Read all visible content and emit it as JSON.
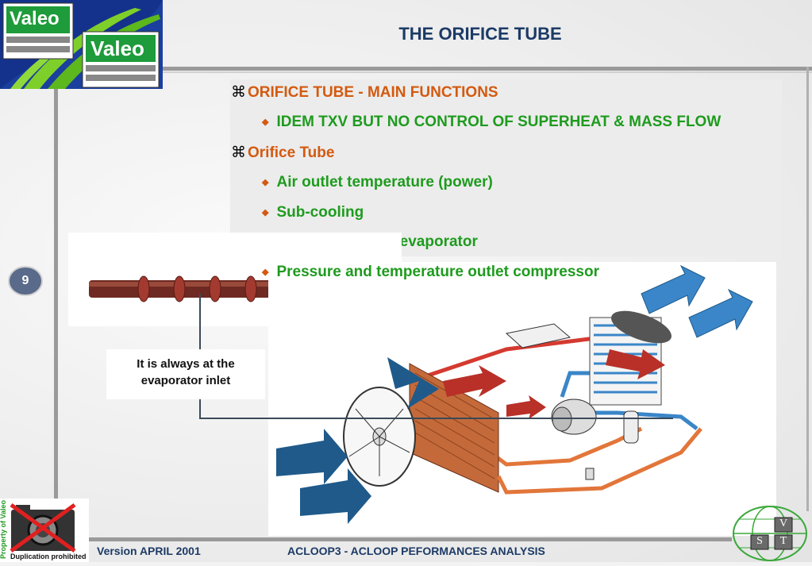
{
  "slide": {
    "title": "THE ORIFICE TUBE",
    "page_number": "9"
  },
  "brand": {
    "logo_text": "Valeo",
    "logo_secondary_text": "Valeo",
    "primary_color": "#1c3a66",
    "green_color": "#1e9b1e",
    "orange_color": "#d35a10"
  },
  "content": {
    "heading_1": "ORIFICE TUBE - MAIN FUNCTIONS",
    "heading_1_symbol": "⌘",
    "bullet_1": "IDEM TXV BUT NO CONTROL OF SUPERHEAT & MASS FLOW",
    "heading_2": "Orifice Tube",
    "heading_2_symbol": "⌘",
    "bullets": [
      "Air outlet temperature (power)",
      "Sub-cooling",
      "Superheat outlet evaporator",
      "Pressure and temperature outlet compressor"
    ]
  },
  "callout": {
    "line1": "It is always at the",
    "line2": "evaporator inlet"
  },
  "footer": {
    "version": "Version APRIL 2001",
    "course": "ACLOOP3 - ACLOOP PEFORMANCES ANALYSIS",
    "property": "Property of Valeo",
    "duplication": "Duplication prohibited",
    "vst_letters": [
      "V",
      "S",
      "T"
    ]
  }
}
